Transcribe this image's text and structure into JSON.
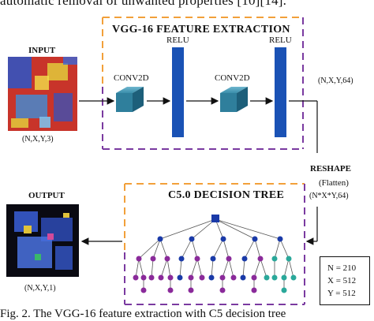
{
  "caption_top": "automatic removal of unwanted properties [10][14].",
  "input_label": "INPUT",
  "input_dims": "(N,X,Y,3)",
  "vgg_title": "VGG-16 FEATURE EXTRACTION",
  "conv1_label": "CONV2D",
  "conv2_label": "CONV2D",
  "relu1_label": "RELU",
  "relu2_label": "RELU",
  "vgg_out_dims": "(N,X,Y,64)",
  "reshape_label": "RESHAPE",
  "flatten_label": "(Flatten)",
  "flatten_dims": "(N*X*Y,64)",
  "tree_title": "C5.0 DECISION TREE",
  "output_label": "OUTPUT",
  "output_dims": "(N,X,Y,1)",
  "params": [
    "N = 210",
    "X = 512",
    "Y = 512"
  ],
  "fig_caption": "Fig. 2. The VGG-16 feature extraction with C5 decision tree",
  "colors": {
    "orange_dash": "#f2a03a",
    "purple_dash": "#7a3aa0",
    "relu_blue": "#1a52b5",
    "cube_teal": "#2f7f9c",
    "tree_navy": "#1a3aa8",
    "tree_purple": "#8a2a9a",
    "tree_teal": "#2aa89a"
  }
}
